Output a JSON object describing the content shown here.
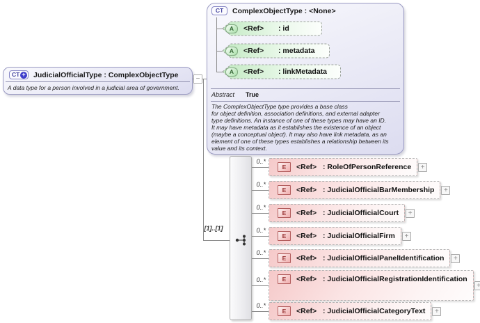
{
  "icons": {
    "ct": "CT",
    "ct_plus_badge": "+",
    "attribute": "A",
    "element": "E",
    "collapse": "−",
    "expand": "+"
  },
  "colors": {
    "node_fill": "#ececf7",
    "node_border": "#9a9ac2",
    "attribute_green": "#a9e0a9",
    "element_pink": "#f5c9c9",
    "connector": "#8c8c8c"
  },
  "root_type": {
    "title": "JudicialOfficialType : ComplexObjectType",
    "description": "A data type for a person involved in a judicial area of government."
  },
  "base_type": {
    "title": "ComplexObjectType : <None>",
    "attributes": [
      {
        "ref": "<Ref>",
        "name": ": id"
      },
      {
        "ref": "<Ref>",
        "name": ": metadata"
      },
      {
        "ref": "<Ref>",
        "name": ": linkMetadata"
      }
    ],
    "property": {
      "label": "Abstract",
      "value": "True"
    },
    "documentation": "The ComplexObjectType type provides a base class\nfor object definition, association definitions, and external adapter\ntype definitions. An instance of one of these types may have an ID.\nIt may have metadata as it establishes the existence of an object\n(maybe a conceptual object). It may also have link metadata, as an\nelement of one of these types establishes a relationship between its\nvalue and its context."
  },
  "sequence": {
    "cardinality": "[1]..[1]",
    "elements": [
      {
        "cardinality": "0..*",
        "ref": "<Ref>",
        "name": ": RoleOfPersonReference"
      },
      {
        "cardinality": "0..*",
        "ref": "<Ref>",
        "name": ": JudicialOfficialBarMembership"
      },
      {
        "cardinality": "0..*",
        "ref": "<Ref>",
        "name": ": JudicialOfficialCourt"
      },
      {
        "cardinality": "0..*",
        "ref": "<Ref>",
        "name": ": JudicialOfficialFirm"
      },
      {
        "cardinality": "0..*",
        "ref": "<Ref>",
        "name": ": JudicialOfficialPanelIdentification"
      },
      {
        "cardinality": "0..*",
        "ref": "<Ref>",
        "name": ": JudicialOfficialRegistrationIdentification"
      },
      {
        "cardinality": "0..*",
        "ref": "<Ref>",
        "name": ": JudicialOfficialCategoryText"
      }
    ]
  }
}
